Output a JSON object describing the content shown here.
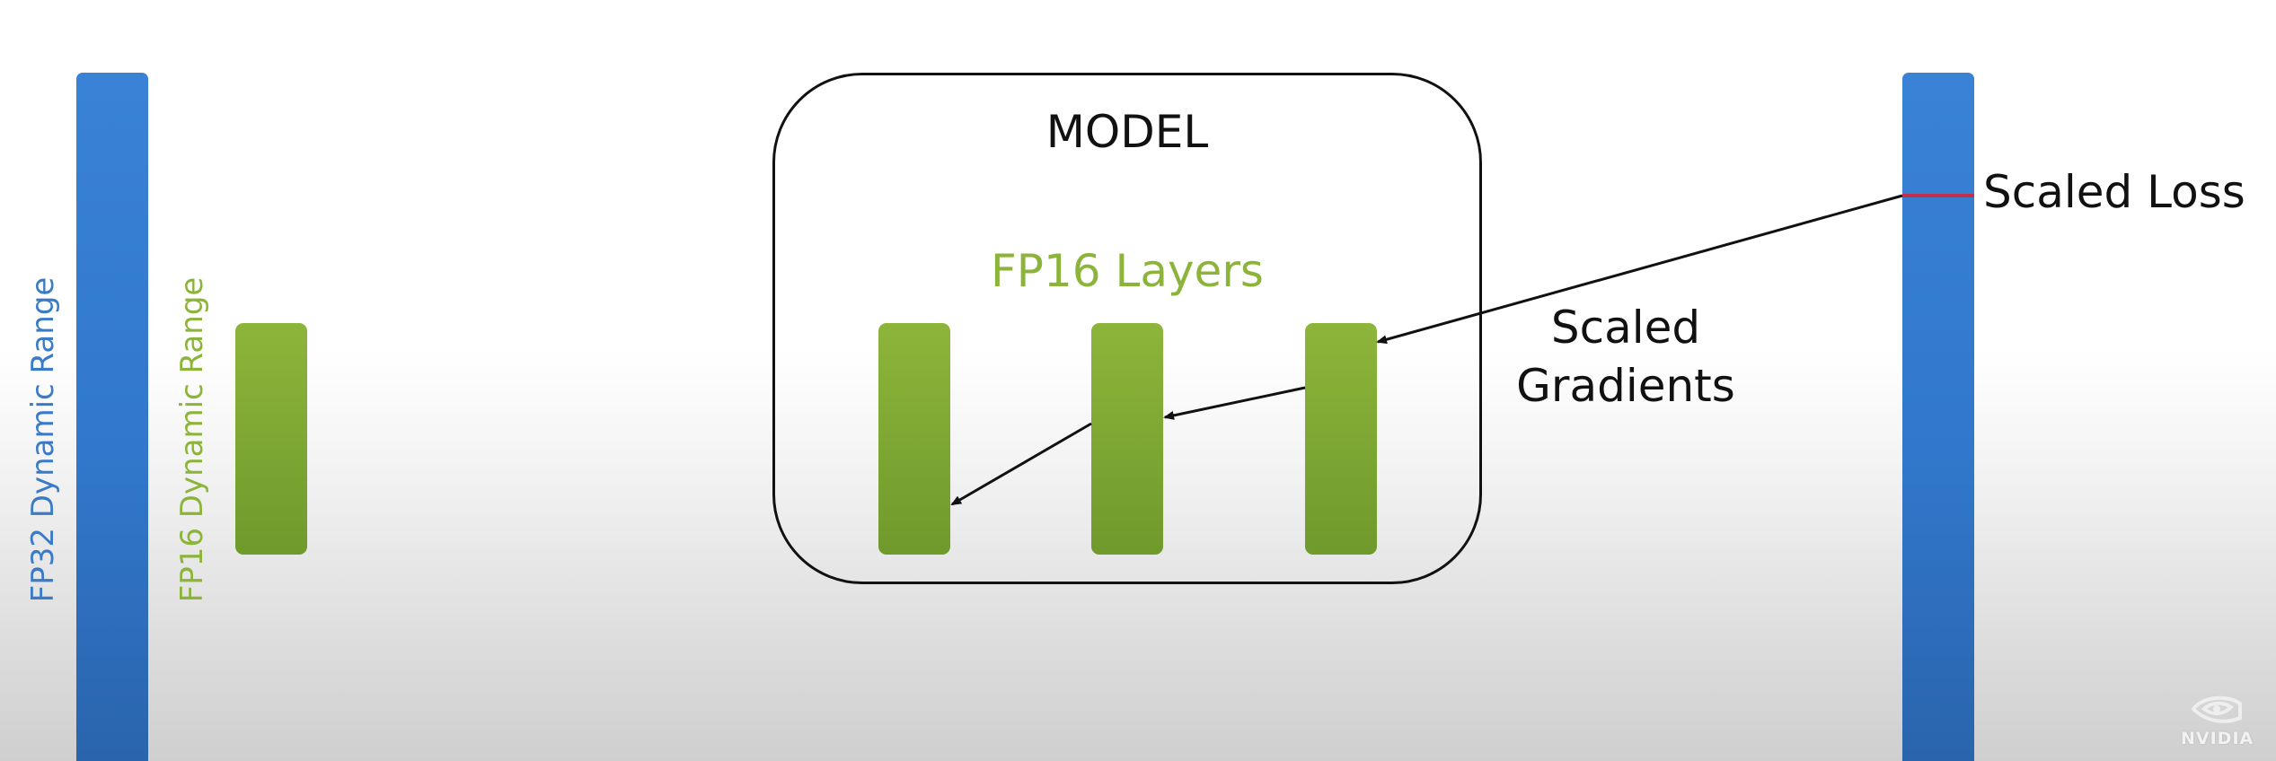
{
  "diagram": {
    "model_title": "MODEL",
    "fp16_layers_label": "FP16 Layers",
    "scaled_loss_label": "Scaled Loss",
    "scaled_gradients_label": "Scaled\nGradients",
    "fp32_range_label": "FP32 Dynamic Range",
    "fp16_range_label": "FP16 Dynamic Range",
    "logo_text": "NVIDIA"
  },
  "colors": {
    "fp32_blue": "#3178cc",
    "fp16_green": "#7ba532",
    "fp16_text_green": "#8cb43a",
    "fp32_text_blue": "#3a7bc8",
    "loss_line_red": "#c0304a",
    "outline": "#111111"
  },
  "icons": {
    "logo": "nvidia-eye-logo",
    "arrow": "arrow-icon"
  }
}
